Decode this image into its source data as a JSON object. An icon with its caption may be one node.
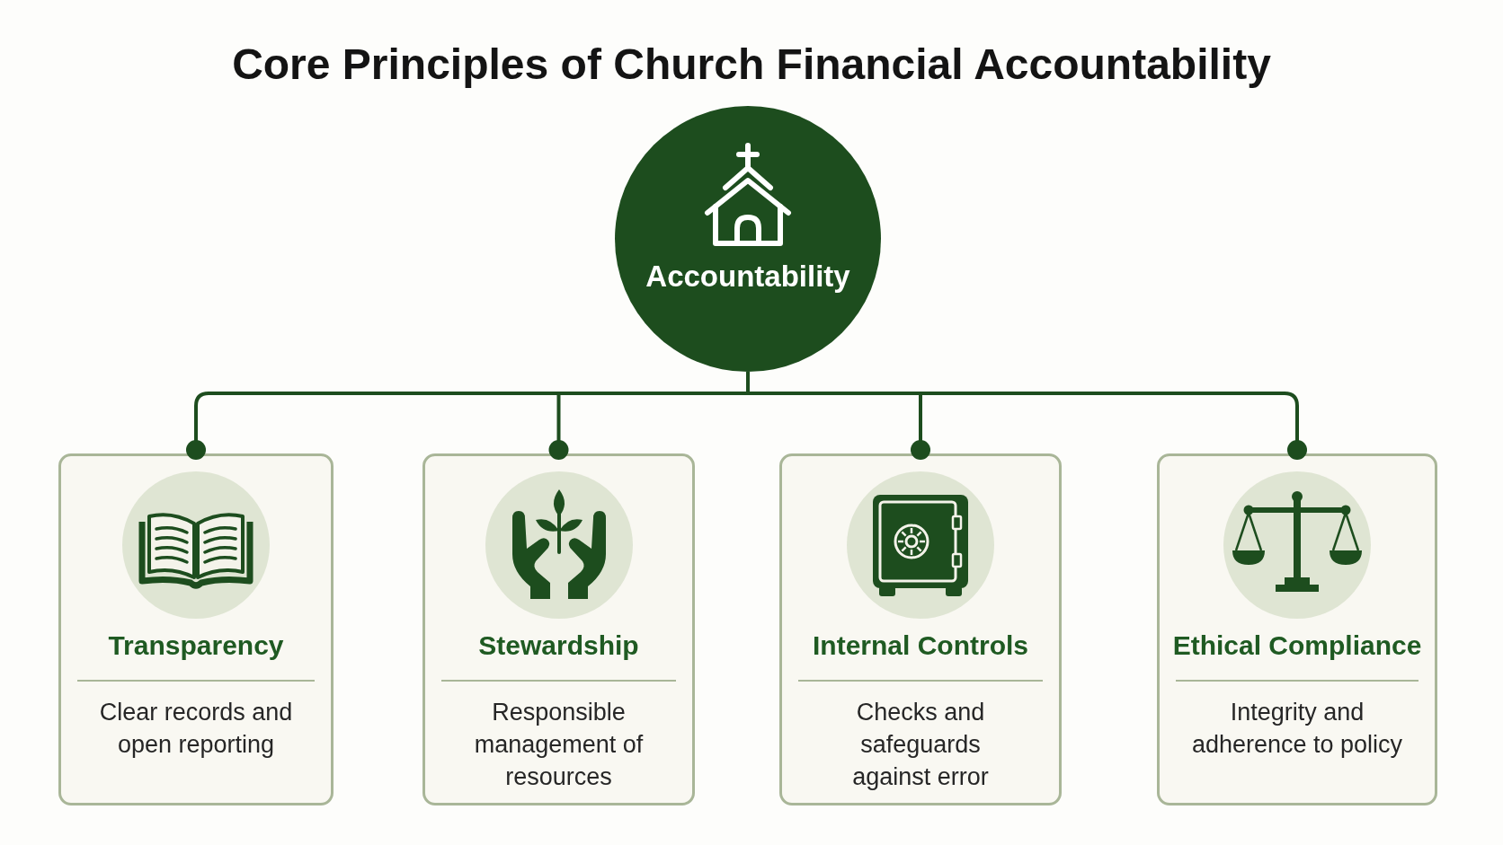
{
  "diagram": {
    "title": "Core Principles of Church Financial Accountability",
    "nodes": [
      {
        "text": [
          "Accountability"
        ]
      },
      {
        "text": [
          "Transparency",
          "Clear records and open reporting"
        ]
      },
      {
        "text": [
          "Stewardship",
          "Responsible management of resources"
        ]
      },
      {
        "text": [
          "Internal Controls",
          "Checks and safeguards against error"
        ]
      },
      {
        "text": [
          "Ethical Compliance",
          "Integrity and adherence to policy"
        ]
      }
    ],
    "edges": [
      {
        "from": 0,
        "to": 1,
        "arrow": "other"
      },
      {
        "from": 0,
        "to": 2,
        "arrow": "other"
      },
      {
        "from": 0,
        "to": 3,
        "arrow": "other"
      },
      {
        "from": 0,
        "to": 4,
        "arrow": "other"
      }
    ]
  }
}
